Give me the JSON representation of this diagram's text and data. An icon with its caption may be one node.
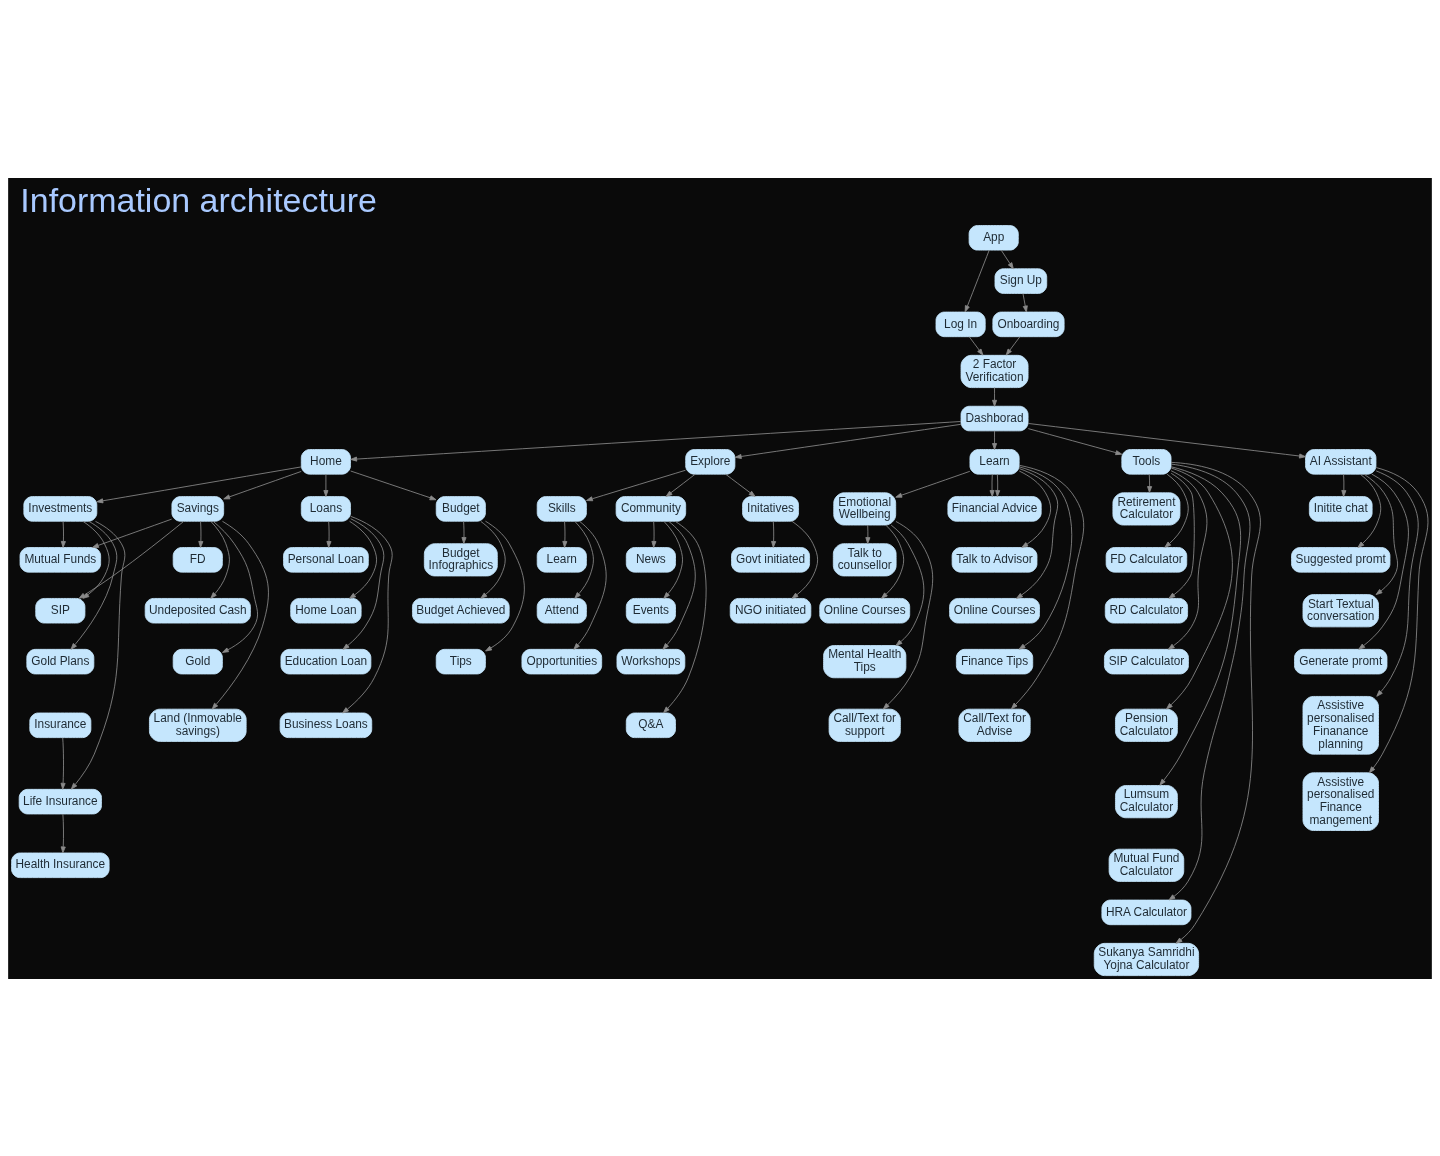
{
  "diagram": {
    "title": "Information architecture",
    "nodes": [
      {
        "text": [
          "App"
        ]
      },
      {
        "text": [
          "Log In"
        ]
      },
      {
        "text": [
          "Sign Up"
        ]
      },
      {
        "text": [
          "Onboarding"
        ]
      },
      {
        "text": [
          "2 Factor Verification"
        ]
      },
      {
        "text": [
          "Dashborad"
        ]
      },
      {
        "text": [
          "Home"
        ]
      },
      {
        "text": [
          "Explore"
        ]
      },
      {
        "text": [
          "Learn"
        ]
      },
      {
        "text": [
          "Tools"
        ]
      },
      {
        "text": [
          "AI Assistant"
        ]
      },
      {
        "text": [
          "Investments"
        ]
      },
      {
        "text": [
          "Mutual Funds"
        ]
      },
      {
        "text": [
          "SIP"
        ]
      },
      {
        "text": [
          "Gold Plans"
        ]
      },
      {
        "text": [
          "Insurance"
        ]
      },
      {
        "text": [
          "Life Insurance"
        ]
      },
      {
        "text": [
          "Health Insurance"
        ]
      },
      {
        "text": [
          "Savings"
        ]
      },
      {
        "text": [
          "FD"
        ]
      },
      {
        "text": [
          "Undeposited Cash"
        ]
      },
      {
        "text": [
          "Gold"
        ]
      },
      {
        "text": [
          "Land (Inmovable savings)"
        ]
      },
      {
        "text": [
          "Loans"
        ]
      },
      {
        "text": [
          "Personal Loan"
        ]
      },
      {
        "text": [
          "Home Loan"
        ]
      },
      {
        "text": [
          "Education Loan"
        ]
      },
      {
        "text": [
          "Business Loans"
        ]
      },
      {
        "text": [
          "Budget"
        ]
      },
      {
        "text": [
          "Budget Infographics"
        ]
      },
      {
        "text": [
          "Budget Achieved"
        ]
      },
      {
        "text": [
          "Tips"
        ]
      },
      {
        "text": [
          "Skills"
        ]
      },
      {
        "text": [
          "Learn"
        ]
      },
      {
        "text": [
          "Attend"
        ]
      },
      {
        "text": [
          "Opportunities"
        ]
      },
      {
        "text": [
          "Community"
        ]
      },
      {
        "text": [
          "News"
        ]
      },
      {
        "text": [
          "Events"
        ]
      },
      {
        "text": [
          "Workshops"
        ]
      },
      {
        "text": [
          "Q&A"
        ]
      },
      {
        "text": [
          "Initatives"
        ]
      },
      {
        "text": [
          "Govt initiated"
        ]
      },
      {
        "text": [
          "NGO initiated"
        ]
      },
      {
        "text": [
          "Emotional Wellbeing"
        ]
      },
      {
        "text": [
          "Talk to counsellor"
        ]
      },
      {
        "text": [
          "Online Courses"
        ]
      },
      {
        "text": [
          "Mental Health Tips"
        ]
      },
      {
        "text": [
          "Call/Text for support"
        ]
      },
      {
        "text": [
          "Financial Advice"
        ]
      },
      {
        "text": [
          "Talk to Advisor"
        ]
      },
      {
        "text": [
          "Online Courses"
        ]
      },
      {
        "text": [
          "Finance Tips"
        ]
      },
      {
        "text": [
          "Call/Text for Advise"
        ]
      },
      {
        "text": [
          "Retirement Calculator"
        ]
      },
      {
        "text": [
          "FD Calculator"
        ]
      },
      {
        "text": [
          "RD Calculator"
        ]
      },
      {
        "text": [
          "SIP Calculator"
        ]
      },
      {
        "text": [
          "Pension Calculator"
        ]
      },
      {
        "text": [
          "Lumsum Calculator"
        ]
      },
      {
        "text": [
          "Mutual Fund Calculator"
        ]
      },
      {
        "text": [
          "HRA Calculator"
        ]
      },
      {
        "text": [
          "Sukanya Samridhi Yojna Calculator"
        ]
      },
      {
        "text": [
          "Initite chat"
        ]
      },
      {
        "text": [
          "Suggested promt"
        ]
      },
      {
        "text": [
          "Start Textual conversation"
        ]
      },
      {
        "text": [
          "Generate promt"
        ]
      },
      {
        "text": [
          "Assistive personalised Finanance planning"
        ]
      },
      {
        "text": [
          "Assistive personalised Finance mangement"
        ]
      }
    ],
    "edges": [
      {
        "from": 0,
        "to": 1,
        "arrow": "to"
      },
      {
        "from": 0,
        "to": 2,
        "arrow": "to"
      },
      {
        "from": 2,
        "to": 3,
        "arrow": "to"
      },
      {
        "from": 1,
        "to": 4,
        "arrow": "to"
      },
      {
        "from": 3,
        "to": 4,
        "arrow": "to"
      },
      {
        "from": 4,
        "to": 5,
        "arrow": "to"
      },
      {
        "from": 5,
        "to": 6,
        "arrow": "to"
      },
      {
        "from": 5,
        "to": 7,
        "arrow": "to"
      },
      {
        "from": 5,
        "to": 8,
        "arrow": "to"
      },
      {
        "from": 5,
        "to": 9,
        "arrow": "to"
      },
      {
        "from": 5,
        "to": 10,
        "arrow": "to"
      },
      {
        "from": 6,
        "to": 11,
        "arrow": "to"
      },
      {
        "from": 6,
        "to": 18,
        "arrow": "to"
      },
      {
        "from": 6,
        "to": 23,
        "arrow": "to"
      },
      {
        "from": 6,
        "to": 28,
        "arrow": "to"
      },
      {
        "from": 11,
        "to": 12,
        "arrow": "to"
      },
      {
        "from": 11,
        "to": 13,
        "arrow": "to"
      },
      {
        "from": 11,
        "to": 14,
        "arrow": "to"
      },
      {
        "from": 11,
        "to": 16,
        "arrow": "to"
      },
      {
        "from": 15,
        "to": 16,
        "arrow": "to"
      },
      {
        "from": 16,
        "to": 17,
        "arrow": "to"
      },
      {
        "from": 18,
        "to": 12,
        "arrow": "to"
      },
      {
        "from": 18,
        "to": 13,
        "arrow": "to"
      },
      {
        "from": 18,
        "to": 19,
        "arrow": "to"
      },
      {
        "from": 18,
        "to": 20,
        "arrow": "to"
      },
      {
        "from": 18,
        "to": 21,
        "arrow": "to"
      },
      {
        "from": 18,
        "to": 22,
        "arrow": "to"
      },
      {
        "from": 23,
        "to": 24,
        "arrow": "to"
      },
      {
        "from": 23,
        "to": 25,
        "arrow": "to"
      },
      {
        "from": 23,
        "to": 26,
        "arrow": "to"
      },
      {
        "from": 23,
        "to": 27,
        "arrow": "to"
      },
      {
        "from": 28,
        "to": 29,
        "arrow": "to"
      },
      {
        "from": 28,
        "to": 30,
        "arrow": "to"
      },
      {
        "from": 28,
        "to": 31,
        "arrow": "to"
      },
      {
        "from": 7,
        "to": 32,
        "arrow": "to"
      },
      {
        "from": 7,
        "to": 36,
        "arrow": "to"
      },
      {
        "from": 7,
        "to": 41,
        "arrow": "to"
      },
      {
        "from": 32,
        "to": 33,
        "arrow": "to"
      },
      {
        "from": 32,
        "to": 34,
        "arrow": "to"
      },
      {
        "from": 32,
        "to": 35,
        "arrow": "to"
      },
      {
        "from": 36,
        "to": 37,
        "arrow": "to"
      },
      {
        "from": 36,
        "to": 38,
        "arrow": "to"
      },
      {
        "from": 36,
        "to": 39,
        "arrow": "to"
      },
      {
        "from": 36,
        "to": 40,
        "arrow": "to"
      },
      {
        "from": 41,
        "to": 42,
        "arrow": "to"
      },
      {
        "from": 41,
        "to": 43,
        "arrow": "to"
      },
      {
        "from": 8,
        "to": 44,
        "arrow": "to"
      },
      {
        "from": 8,
        "to": 49,
        "arrow": "to"
      },
      {
        "from": 44,
        "to": 45,
        "arrow": "to"
      },
      {
        "from": 44,
        "to": 46,
        "arrow": "to"
      },
      {
        "from": 44,
        "to": 47,
        "arrow": "to"
      },
      {
        "from": 44,
        "to": 48,
        "arrow": "to"
      },
      {
        "from": 8,
        "to": 49,
        "arrow": "to"
      },
      {
        "from": 8,
        "to": 50,
        "arrow": "to"
      },
      {
        "from": 8,
        "to": 51,
        "arrow": "to"
      },
      {
        "from": 8,
        "to": 52,
        "arrow": "to"
      },
      {
        "from": 8,
        "to": 53,
        "arrow": "to"
      },
      {
        "from": 9,
        "to": 54,
        "arrow": "to"
      },
      {
        "from": 9,
        "to": 55,
        "arrow": "to"
      },
      {
        "from": 9,
        "to": 56,
        "arrow": "to"
      },
      {
        "from": 9,
        "to": 57,
        "arrow": "to"
      },
      {
        "from": 9,
        "to": 58,
        "arrow": "to"
      },
      {
        "from": 9,
        "to": 59,
        "arrow": "to"
      },
      {
        "from": 9,
        "to": 61,
        "arrow": "to"
      },
      {
        "from": 9,
        "to": 62,
        "arrow": "to"
      },
      {
        "from": 10,
        "to": 63,
        "arrow": "to"
      },
      {
        "from": 10,
        "to": 64,
        "arrow": "to"
      },
      {
        "from": 10,
        "to": 65,
        "arrow": "to"
      },
      {
        "from": 10,
        "to": 66,
        "arrow": "to"
      },
      {
        "from": 10,
        "to": 67,
        "arrow": "to"
      },
      {
        "from": 10,
        "to": 68,
        "arrow": "to"
      }
    ]
  }
}
